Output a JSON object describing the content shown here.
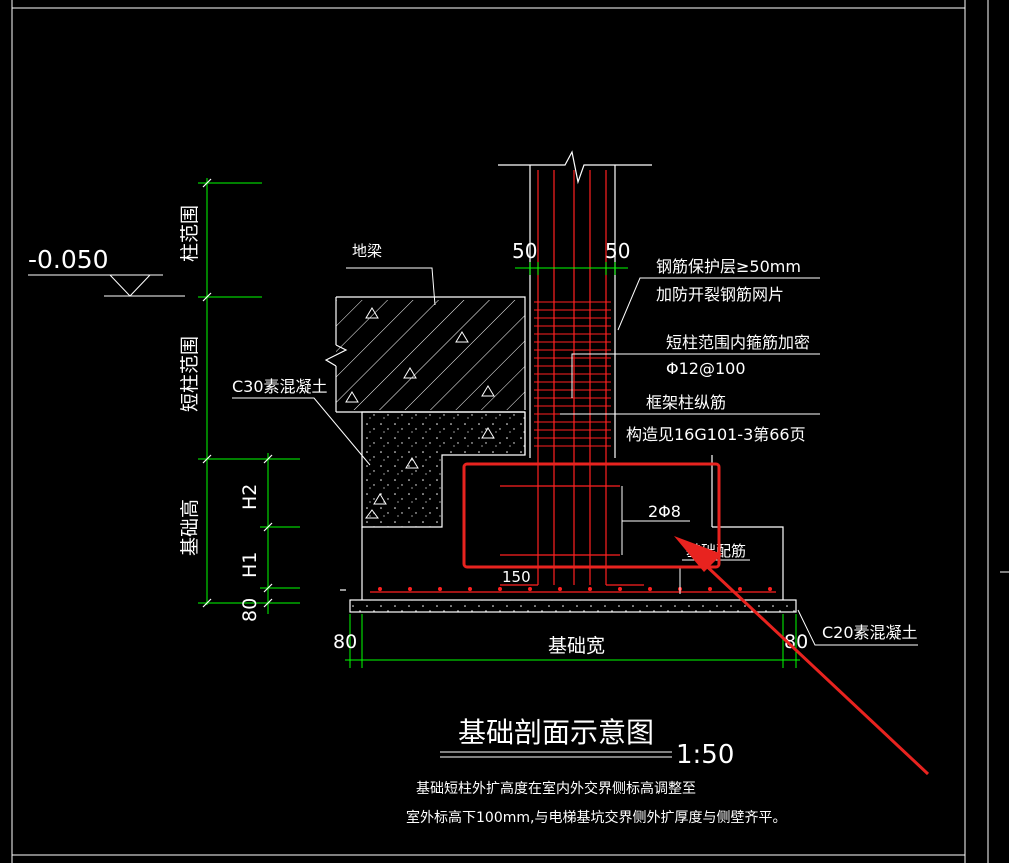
{
  "drawing": {
    "title": "基础剖面示意图",
    "scale": "1:50",
    "notes": [
      "基础短柱外扩高度在室内外交界侧标高调整至",
      "室外标高下100mm,与电梯基坑交界侧外扩厚度与侧壁齐平。"
    ]
  },
  "elevation": {
    "value": "-0.050"
  },
  "vertical_labels": {
    "column_range": "柱范围",
    "short_column_range": "短柱范围",
    "foundation_height": "基础高",
    "h2": "H2",
    "h1": "H1",
    "bottom_80": "80"
  },
  "dimensions": {
    "left_80": "80",
    "right_80": "80",
    "foundation_width": "基础宽",
    "cover_left_50": "50",
    "cover_right_50": "50",
    "bar_spacing_150": "150"
  },
  "annotations": {
    "ground_beam": "地梁",
    "c30_concrete": "C30素混凝土",
    "cover_line1": "钢筋保护层≥50mm",
    "cover_line2": "加防开裂钢筋网片",
    "stirrup_line1": "短柱范围内箍筋加密",
    "stirrup_line2": "Φ12@100",
    "column_bar_line1": "框架柱纵筋",
    "column_bar_line2": "构造见16G101-3第66页",
    "two_phi8": "2Φ8",
    "foundation_bar": "基础配筋",
    "c20_concrete": "C20素混凝土"
  },
  "colors": {
    "background": "#000000",
    "line": "#ffffff",
    "dimension": "#00ff00",
    "rebar": "#ff2020",
    "highlight": "#e8231f"
  }
}
